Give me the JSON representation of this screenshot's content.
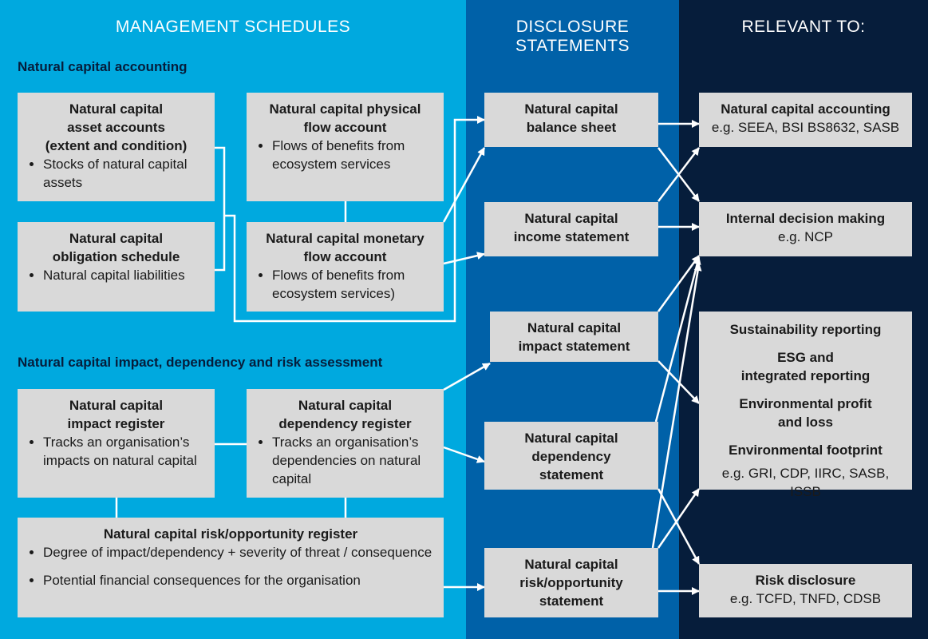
{
  "headers": {
    "management": "MANAGEMENT SCHEDULES",
    "disclosure": "DISCLOSURE\nSTATEMENTS",
    "relevant": "RELEVANT TO:"
  },
  "sections": {
    "accounting": "Natural capital accounting",
    "assessment": "Natural capital impact, dependency and risk assessment"
  },
  "schedules": {
    "asset_accounts": {
      "title": "Natural capital\nasset accounts\n(extent and condition)",
      "bullets": [
        "Stocks of natural capital assets"
      ]
    },
    "obligation": {
      "title": "Natural capital\nobligation schedule",
      "bullets": [
        "Natural capital liabilities"
      ]
    },
    "physical_flow": {
      "title": "Natural capital physical\nflow account",
      "bullets": [
        "Flows of benefits from ecosystem services"
      ]
    },
    "monetary_flow": {
      "title": "Natural capital monetary\nflow account",
      "bullets": [
        "Flows of benefits from ecosystem services)"
      ]
    },
    "impact_register": {
      "title": "Natural capital\nimpact register",
      "bullets": [
        "Tracks an organisation’s impacts on natural capital"
      ]
    },
    "dependency_register": {
      "title": "Natural capital\ndependency register",
      "bullets": [
        "Tracks an organisation’s dependencies on natural capital"
      ]
    },
    "risk_register": {
      "title": "Natural capital risk/opportunity register",
      "bullets": [
        "Degree of impact/dependency + severity of threat / consequence",
        "Potential financial consequences for the organisation"
      ]
    }
  },
  "statements": {
    "balance_sheet": "Natural capital\nbalance sheet",
    "income": "Natural capital\nincome statement",
    "impact": "Natural capital\nimpact statement",
    "dependency": "Natural capital\ndependency\nstatement",
    "risk": "Natural capital\nrisk/opportunity\nstatement"
  },
  "relevant": {
    "accounting": {
      "title": "Natural capital accounting",
      "sub": "e.g. SEEA, BSI BS8632, SASB"
    },
    "internal": {
      "title": "Internal decision making",
      "sub": "e.g. NCP"
    },
    "sustainability": {
      "title1": "Sustainability reporting",
      "title2": "ESG and\nintegrated reporting",
      "title3": "Environmental profit\nand loss",
      "title4": "Environmental footprint",
      "sub": "e.g. GRI, CDP, IIRC, SASB, ISSB"
    },
    "risk": {
      "title": "Risk disclosure",
      "sub": "e.g. TCFD, TNFD, CDSB"
    }
  },
  "colors": {
    "management_bg": "#00a9df",
    "disclosure_bg": "#0061a8",
    "relevant_bg": "#061d3b",
    "box_bg": "#d9d9d9",
    "line": "#ffffff"
  }
}
